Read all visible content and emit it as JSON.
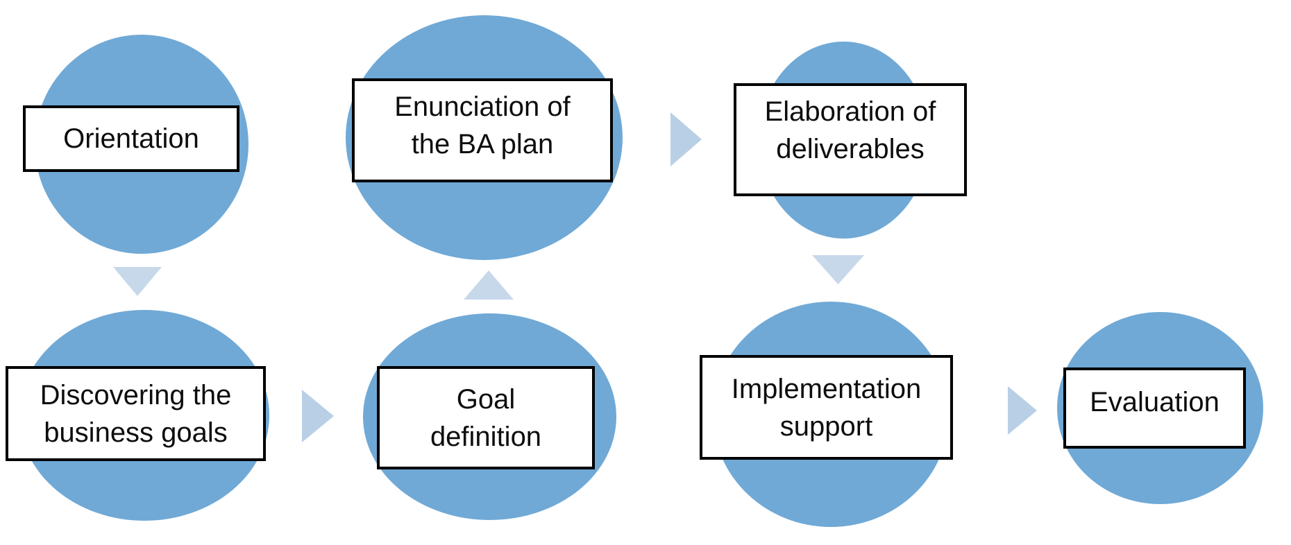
{
  "diagram": {
    "background": "#ffffff",
    "colors": {
      "node_fill": "#70a9d6",
      "arrow_right": "#b9cfe6",
      "arrow_vertical": "#c7d8eb",
      "box_fill": "#ffffff",
      "box_border": "#000000",
      "text": "#0d0d0d"
    },
    "nodes": [
      {
        "id": "orientation",
        "label": "Orientation"
      },
      {
        "id": "discovering",
        "label": "Discovering the\nbusiness goals"
      },
      {
        "id": "goal",
        "label": "Goal\ndefinition"
      },
      {
        "id": "enunciation",
        "label": "Enunciation of\nthe BA plan"
      },
      {
        "id": "elaboration",
        "label": "Elaboration of\ndeliverables"
      },
      {
        "id": "implementation",
        "label": "Implementation\nsupport"
      },
      {
        "id": "evaluation",
        "label": "Evaluation"
      }
    ],
    "connections": [
      {
        "from": "orientation",
        "to": "discovering",
        "direction": "down"
      },
      {
        "from": "discovering",
        "to": "goal",
        "direction": "right"
      },
      {
        "from": "goal",
        "to": "enunciation",
        "direction": "up"
      },
      {
        "from": "enunciation",
        "to": "elaboration",
        "direction": "right"
      },
      {
        "from": "elaboration",
        "to": "implementation",
        "direction": "down"
      },
      {
        "from": "implementation",
        "to": "evaluation",
        "direction": "right"
      }
    ]
  }
}
